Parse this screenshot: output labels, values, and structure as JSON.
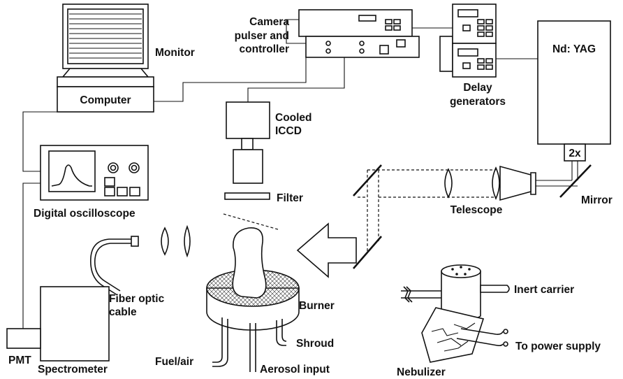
{
  "labels": {
    "monitor": "Monitor",
    "computer": "Computer",
    "camera_line1": "Camera",
    "camera_line2": "pulser and",
    "camera_line3": "controller",
    "delay_line1": "Delay",
    "delay_line2": "generators",
    "nd_yag": "Nd: YAG",
    "cooled_line1": "Cooled",
    "cooled_line2": "ICCD",
    "filter": "Filter",
    "digital_oscilloscope": "Digital oscilloscope",
    "doubler": "2x",
    "mirror": "Mirror",
    "telescope": "Telescope",
    "fiber_line1": "Fiber optic",
    "fiber_line2": "cable",
    "burner": "Burner",
    "shroud": "Shroud",
    "fuel_air": "Fuel/air",
    "aerosol_input": "Aerosol input",
    "pmt": "PMT",
    "spectrometer": "Spectrometer",
    "inert_carrier": "Inert carrier",
    "to_power_supply": "To power supply",
    "nebulizer": "Nebulizer"
  }
}
